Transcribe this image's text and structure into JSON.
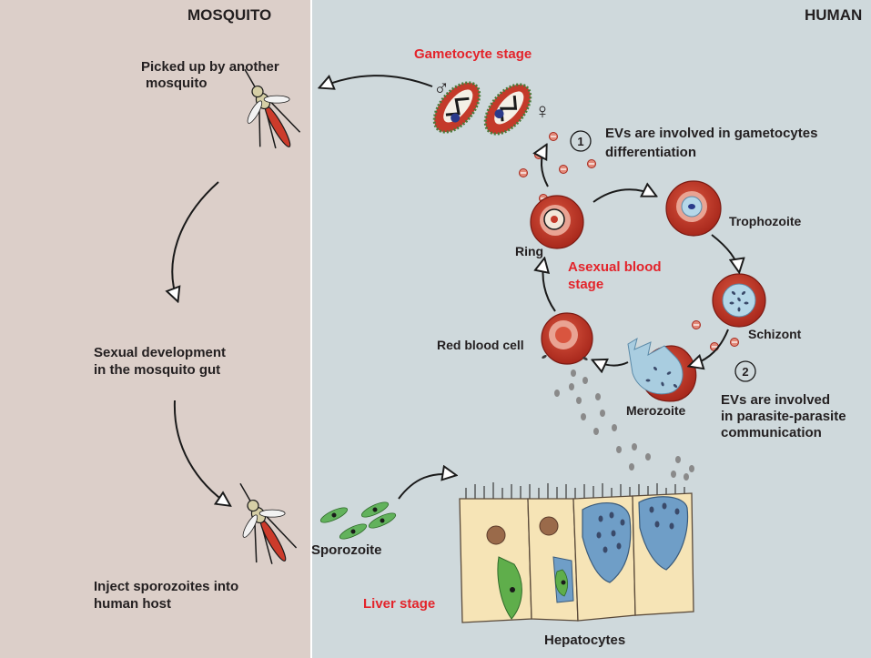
{
  "panels": {
    "mosquito_title": "MOSQUITO",
    "human_title": "HUMAN"
  },
  "mosquito_steps": {
    "picked_line1": "Picked up by another",
    "picked_line2": "mosquito",
    "sexual_line1": "Sexual development",
    "sexual_line2": "in the mosquito gut",
    "inject_line1": "Inject sporozoites into",
    "inject_line2": "human host"
  },
  "stages": {
    "gametocyte": "Gametocyte stage",
    "asexual_line1": "Asexual blood",
    "asexual_line2": "stage",
    "liver": "Liver stage"
  },
  "cells": {
    "ring": "Ring",
    "trophozoite": "Trophozoite",
    "schizont": "Schizont",
    "merozoite": "Merozoite",
    "red_blood_cell": "Red blood cell",
    "sporozoite": "Sporozoite",
    "hepatocytes": "Hepatocytes"
  },
  "notes": {
    "note1_number": "1",
    "note1_line1": "EVs are involved in gametocytes",
    "note1_line2": "differentiation",
    "note2_number": "2",
    "note2_line1": "EVs are involved",
    "note2_line2": "in parasite-parasite",
    "note2_line3": "communication"
  },
  "symbols": {
    "male": "♂",
    "female": "♀"
  },
  "colors": {
    "mosquito_bg": "#dccfc9",
    "human_bg": "#cfd9dc",
    "stage_red": "#e3242b",
    "rbc_red": "#c4392a",
    "liver_cell": "#f6e4b6",
    "infected_cell": "#6f9ec7",
    "parasite_green": "#5fae4b"
  }
}
